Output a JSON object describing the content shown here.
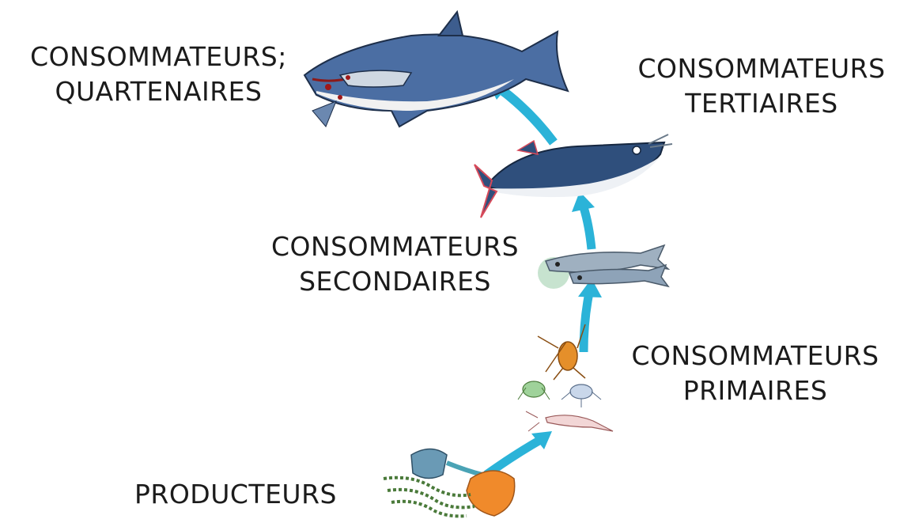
{
  "levels": [
    {
      "key": "quaternary",
      "line1": "CONSOMMATEURS;",
      "line2": "QUARTENAIRES"
    },
    {
      "key": "tertiary",
      "line1": "CONSOMMATEURS",
      "line2": "TERTIAIRES"
    },
    {
      "key": "secondary",
      "line1": "CONSOMMATEURS",
      "line2": "SECONDAIRES"
    },
    {
      "key": "primary",
      "line1": "CONSOMMATEURS",
      "line2": "PRIMAIRES"
    },
    {
      "key": "producers",
      "line1": "PRODUCTEURS"
    }
  ],
  "colors": {
    "arrow": "#2bb3d8",
    "shark": "#4b6ea3",
    "tuna": "#2f4f7c",
    "fish": "#7a8fa3",
    "plankton": "#e58f2a",
    "producer": "#f08a2b",
    "algae": "#4a7a3a"
  },
  "icons": [
    "shark-icon",
    "tuna-icon",
    "small-fish-icon",
    "zooplankton-icon",
    "phytoplankton-icon",
    "algae-icon"
  ]
}
